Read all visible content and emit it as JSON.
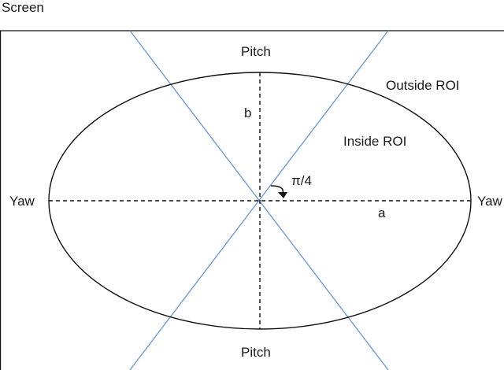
{
  "title": "Screen",
  "labels": {
    "pitch_top": "Pitch",
    "pitch_bottom": "Pitch",
    "yaw_left": "Yaw",
    "yaw_right": "Yaw",
    "b": "b",
    "a": "a",
    "angle": "π/4",
    "outside": "Outside ROI",
    "inside": "Inside ROI"
  },
  "colors": {
    "diagonal": "#6a94c8",
    "stroke": "#111111"
  }
}
